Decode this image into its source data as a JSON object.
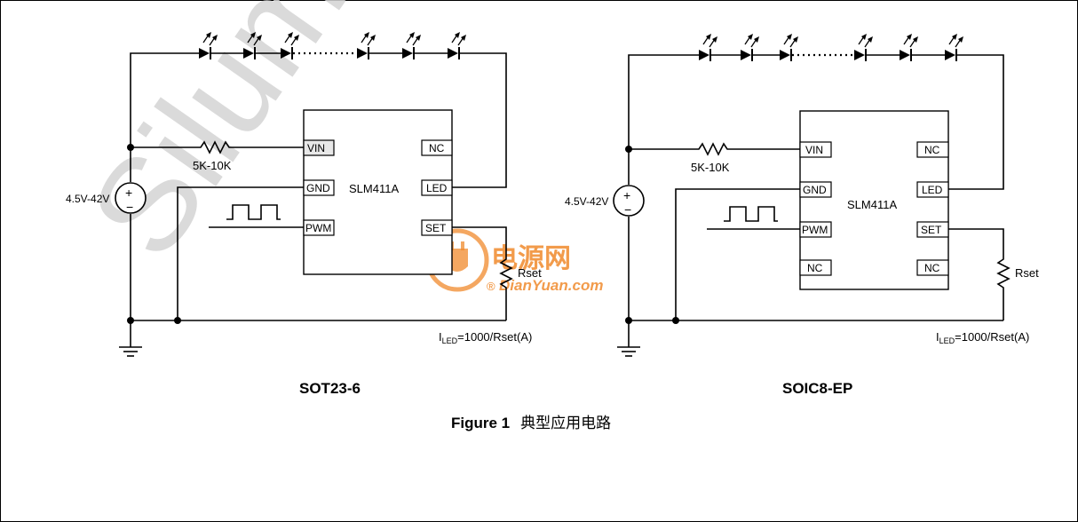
{
  "watermark": "Silumin",
  "logo": {
    "cn": "电源网",
    "en": "DianYuan.com",
    "reg": "®"
  },
  "circuits": [
    {
      "package_label": "SOT23-6",
      "chip_name": "SLM411A",
      "supply_label": "4.5V-42V",
      "resistor_label": "5K-10K",
      "rset_label": "Rset",
      "formula": {
        "prefix": "I",
        "sub": "LED",
        "rest": "=1000/Rset(A)"
      },
      "pins_left": [
        "VIN",
        "GND",
        "PWM"
      ],
      "pins_right": [
        "NC",
        "LED",
        "SET"
      ],
      "nc_bottom": []
    },
    {
      "package_label": "SOIC8-EP",
      "chip_name": "SLM411A",
      "supply_label": "4.5V-42V",
      "resistor_label": "5K-10K",
      "rset_label": "Rset",
      "formula": {
        "prefix": "I",
        "sub": "LED",
        "rest": "=1000/Rset(A)"
      },
      "pins_left": [
        "VIN",
        "GND",
        "PWM",
        "NC"
      ],
      "pins_right": [
        "NC",
        "LED",
        "SET",
        "NC"
      ]
    }
  ],
  "caption": {
    "figure": "Figure 1",
    "text": "典型应用电路"
  }
}
